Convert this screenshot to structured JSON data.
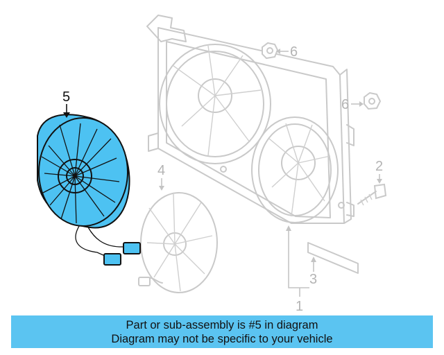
{
  "callouts": {
    "c1": "1",
    "c2": "2",
    "c3": "3",
    "c4": "4",
    "c5": "5",
    "c6a": "6",
    "c6b": "6"
  },
  "highlighted_part": "5",
  "highlight_color": "#4dc2f2",
  "banner": {
    "line1": "Part or sub-assembly is #5 in diagram",
    "line2": "Diagram may not be specific to your vehicle",
    "background": "#5bc4f1"
  }
}
